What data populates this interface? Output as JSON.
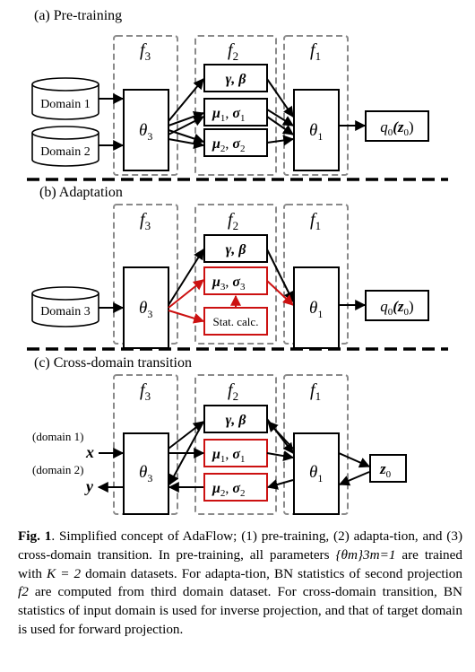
{
  "panels": {
    "pretraining": {
      "title": "(a) Pre-training",
      "f3": "f",
      "f3_sub": "3",
      "f2": "f",
      "f2_sub": "2",
      "f1": "f",
      "f1_sub": "1",
      "domain1": "Domain 1",
      "domain2": "Domain 2",
      "theta3": "θ",
      "theta3_sub": "3",
      "theta1": "θ",
      "theta1_sub": "1",
      "gamma_beta": "γ, β",
      "mu1": "μ",
      "mu1_sub": "1",
      "sigma1": "σ",
      "sigma1_sub": "1",
      "mu2": "μ",
      "mu2_sub": "2",
      "sigma2": "σ",
      "sigma2_sub": "2",
      "output": "q",
      "output_sub": "0",
      "output_arg": "(z",
      "output_arg_sub": "0",
      "output_close": ")"
    },
    "adaptation": {
      "title": "(b) Adaptation",
      "domain3": "Domain 3",
      "gamma_beta": "γ, β",
      "mu3": "μ",
      "mu3_sub": "3",
      "sigma3": "σ",
      "sigma3_sub": "3",
      "stat_calc": "Stat. calc."
    },
    "transition": {
      "title": "(c) Cross-domain transition",
      "domain1_label": "(domain 1)",
      "domain2_label": "(domain 2)",
      "x": "x",
      "y": "y",
      "z0": "z",
      "z0_sub": "0"
    }
  },
  "colors": {
    "highlight": "#cc1111",
    "dashed": "#8a8a8a",
    "ink": "#000000"
  },
  "caption": {
    "label": "Fig. 1",
    "parts": [
      ". Simplified concept of AdaFlow; (1) pre-training, (2) adapta-tion, and (3) cross-domain transition. In pre-training, all parameters ",
      " are trained with ",
      " domain datasets. For adapta-tion, BN statistics of second projection ",
      " are computed from third domain dataset. For cross-domain transition, BN statistics of input domain is used for inverse projection, and that of target domain is used for forward projection."
    ],
    "math_theta_set": "{θm}3m=1",
    "math_k": "K = 2",
    "math_f2": "f2"
  }
}
